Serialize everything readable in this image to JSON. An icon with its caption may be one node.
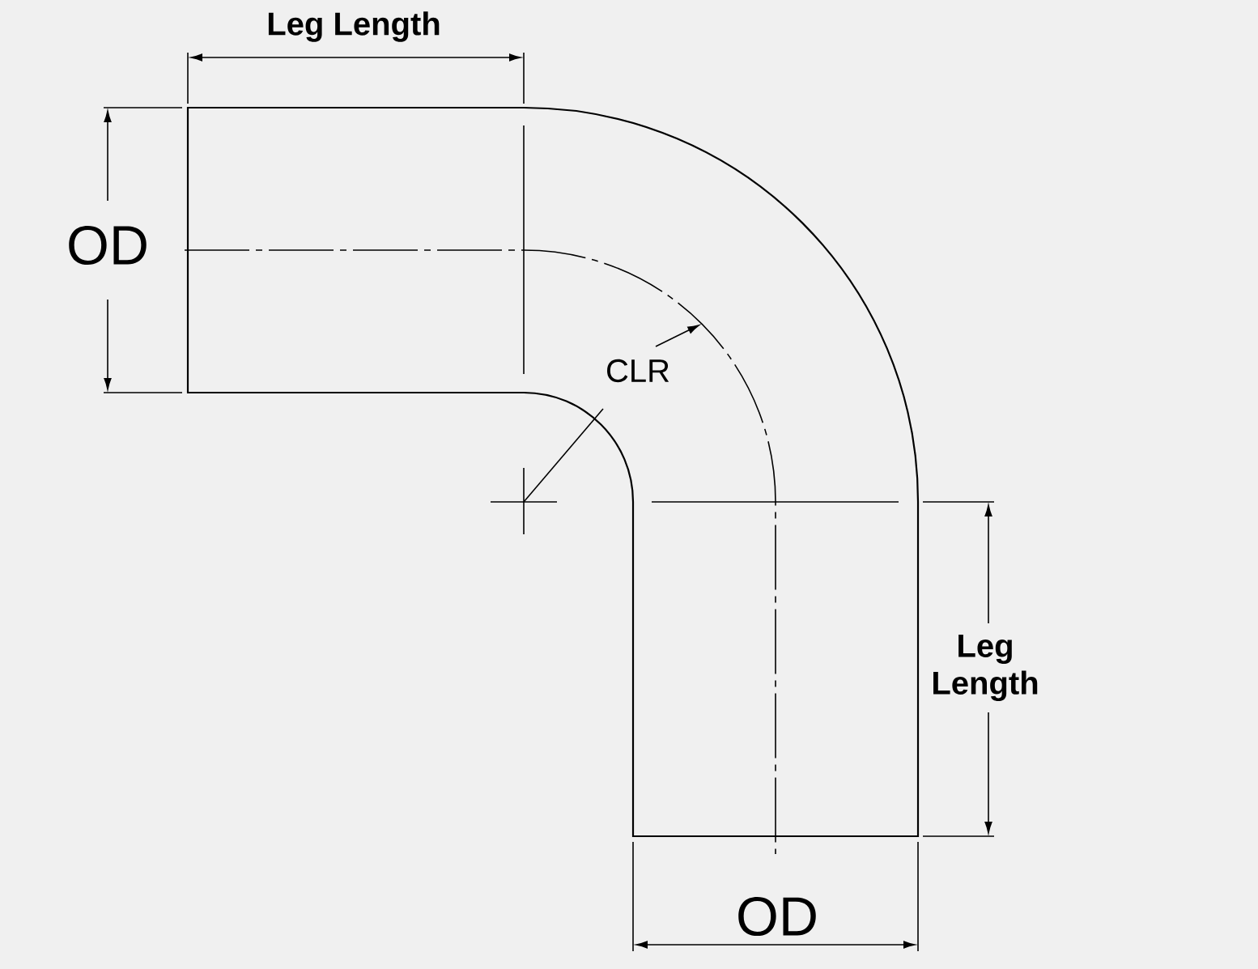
{
  "diagram": {
    "labels": [
      "Leg Length",
      "OD",
      "CLR",
      "Leg Length",
      "OD"
    ]
  }
}
